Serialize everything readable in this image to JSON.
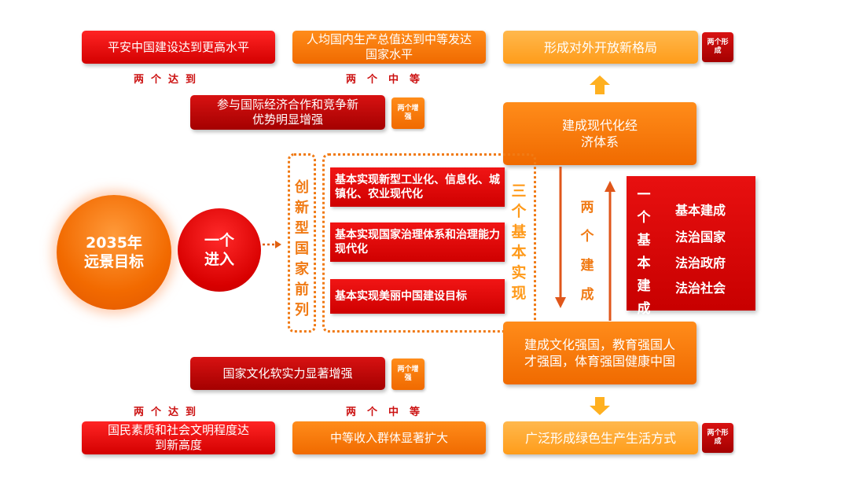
{
  "top": {
    "left_box": "平安中国建设达到更高水平",
    "left_label": "两个达到",
    "mid_box": "人均国内生产总值达到中等发达国家水平",
    "mid_label": "两个中等",
    "right_box": "形成对外开放新格局",
    "right_tag": "两个形成",
    "sub_box": "参与国际经济合作和竞争新优势明显增强",
    "sub_tag": "两个增强"
  },
  "center": {
    "vision": "2035年远景目标",
    "enter": "一个进入",
    "innovation": "创新型国家前列",
    "three_basic": "三个基本实现",
    "basic_items": [
      "基本实现新型工业化、信息化、城镇化、农业现代化",
      "基本实现国家治理体系和治理能力现代化",
      "基本实现美丽中国建设目标"
    ]
  },
  "right": {
    "economy": "建成现代化经济体系",
    "two_build": "两个建成",
    "culture": "建成文化强国，教育强国人才强国，体育强国健康中国",
    "one_basic": "一个基本建成",
    "rule_items": [
      "基本建成",
      "法治国家",
      "法治政府",
      "法治社会"
    ]
  },
  "bottom": {
    "sub_box": "国家文化软实力显著增强",
    "sub_tag": "两个增强",
    "left_label": "两个达到",
    "left_box": "国民素质和社会文明程度达到新高度",
    "mid_label": "两个中等",
    "mid_box": "中等收入群体显著扩大",
    "right_box": "广泛形成绿色生产生活方式",
    "right_tag": "两个形成"
  },
  "colors": {
    "red": "#e00000",
    "dark_red": "#b00000",
    "orange": "#f57200",
    "light_orange": "#ffa82e",
    "label_red": "#cc1111",
    "arrow_brown": "#e0561a"
  }
}
